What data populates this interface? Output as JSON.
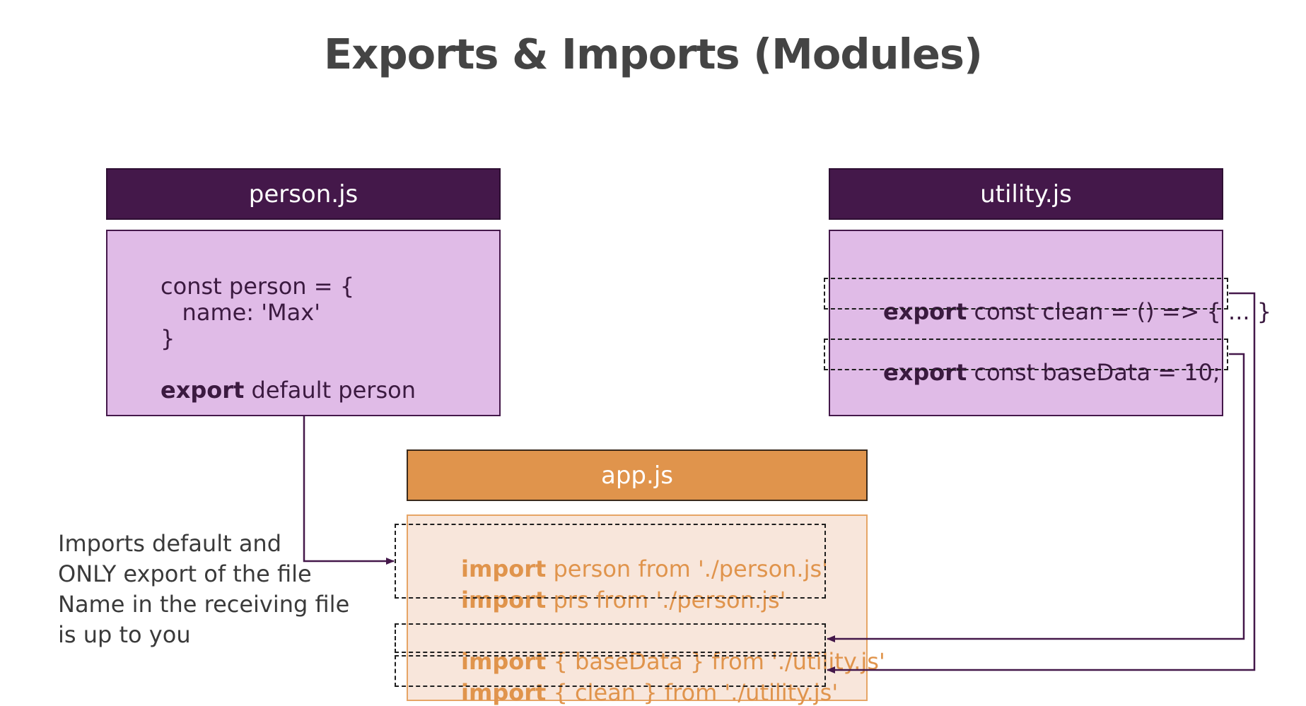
{
  "title": "Exports & Imports (Modules)",
  "files": {
    "person": {
      "name": "person.js",
      "lines": [
        {
          "text": "const person = {"
        },
        {
          "text": "   name: 'Max'"
        },
        {
          "text": "}"
        },
        {
          "keyword": "export",
          "text": " default person"
        }
      ]
    },
    "utility": {
      "name": "utility.js",
      "lines": [
        {
          "keyword": "export",
          "text": " const clean = () => { ... }"
        },
        {
          "keyword": "export",
          "text": " const baseData = 10;"
        }
      ]
    },
    "app": {
      "name": "app.js",
      "lines": [
        {
          "keyword": "import",
          "text": " person from './person.js'"
        },
        {
          "keyword": "import",
          "text": " prs from './person.js'"
        },
        {
          "keyword": "import",
          "text": " { baseData } from './utility.js'"
        },
        {
          "keyword": "import",
          "text": " { clean } from './utility.js'"
        }
      ]
    }
  },
  "note": {
    "lines": [
      "Imports default and",
      "ONLY export of the file",
      "Name in the receiving file",
      "is up to you"
    ]
  },
  "colors": {
    "title": "#444444",
    "purple_header": "#44184a",
    "purple_body": "#e0bbe7",
    "orange_header": "#e0944c",
    "orange_body": "#f8e6db",
    "connector": "#44184a"
  }
}
